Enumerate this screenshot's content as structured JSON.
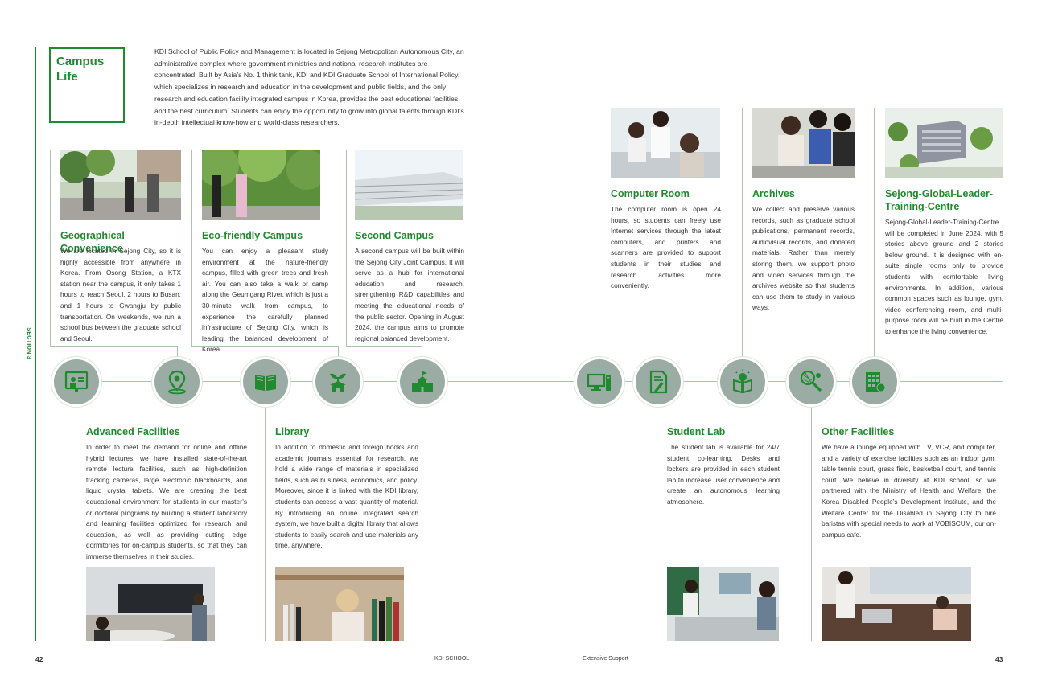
{
  "section_label": "SECTION 3",
  "intro": {
    "title_line1": "Campus",
    "title_line2": "Life",
    "text": "KDI School of Public Policy and Management is located in Sejong Metropolitan Autonomous City, an administrative complex where government ministries and national research institutes are concentrated. Built by Asia’s No. 1 think tank, KDI and KDI Graduate School of International Policy, which specializes in research and education in the development and public fields, and the only research and education facility integrated campus in Korea, provides the best educational facilities and the best curriculum. Students can enjoy the opportunity to grow into global talents through KDI’s in-depth intellectual know-how and world-class researchers."
  },
  "sections": {
    "geo": {
      "title": "Geographical Convenience",
      "text": "We are located in Sejong City, so it is highly accessible from anywhere in Korea. From Osong Station, a KTX station near the campus, it only takes 1 hours to reach Seoul, 2 hours to Busan, and 1 hours to Gwangju by public transportation. On weekends, we run a school bus between the graduate school and Seoul."
    },
    "eco": {
      "title": "Eco-friendly Campus",
      "text": "You can enjoy a pleasant study environment at the nature-friendly campus, filled with green trees and fresh air. You can also take a walk or camp along the Geumgang River, which is just a 30-minute walk from campus, to experience the carefully planned infrastructure of Sejong City, which is leading the balanced development of Korea."
    },
    "second": {
      "title": "Second Campus",
      "text": "A second campus will be built within the Sejong City Joint Campus. It will serve as a hub for international education and research, strengthening R&D capabilities and meeting the educational needs of the public sector. Opening in August 2024, the campus aims to promote regional balanced development."
    },
    "computer": {
      "title": "Computer Room",
      "text": "The computer room is open 24 hours, so students can freely use Internet services through the latest computers, and printers and scanners are provided to support students in their studies and research activities more conveniently."
    },
    "archives": {
      "title": "Archives",
      "text": "We collect and preserve various records, such as graduate school publications, permanent records, audiovisual records, and donated materials. Rather than merely storing them, we support photo and video services through the archives website so that students can use them to study in various ways."
    },
    "sejong": {
      "title_line1": "Sejong-Global-Leader-",
      "title_line2": "Training-Centre",
      "text": "Sejong-Global-Leader-Training-Centre will be completed in June 2024, with 5 stories above ground and 2 stories below ground. It is designed with en-suite single rooms only to provide students with comfortable living environments. In addition, various common spaces such as lounge, gym, video conferencing room, and multi-purpose room will be built in the Centre to enhance the living convenience."
    },
    "advanced": {
      "title": "Advanced Facilities",
      "text": "In order to meet the demand for online and offline hybrid lectures, we have installed state-of-the-art remote lecture facilities, such as high-definition tracking cameras, large electronic blackboards, and liquid crystal tablets. We are creating the best educational environment for students in our master’s or doctoral programs by building a student laboratory and learning facilities optimized for research and education, as well as providing cutting edge dormitories for on-campus students, so that they can immerse themselves in their studies."
    },
    "library": {
      "title": "Library",
      "text": "In addition to domestic and foreign books and academic journals essential for research, we hold a wide range of materials in specialized fields, such as business, economics, and policy. Moreover, since it is linked with the KDI library, students can access a vast quantity of material. By introducing an online integrated search system, we have built a digital library that allows students to easily search and use materials any time, anywhere."
    },
    "studentlab": {
      "title": "Student Lab",
      "text": "The student lab is available for 24/7 student co-learning. Desks and lockers are provided in each student lab to increase user convenience and create an autonomous learning atmosphere."
    },
    "other": {
      "title": "Other Facilities",
      "text": "We have a lounge equipped with TV, VCR, and computer, and a variety of exercise facilities such as an indoor gym, table tennis court, grass field, basketball court, and tennis court. We believe in diversity at KDI school, so we partnered with the Ministry of Health and Welfare, the Korea Disabled People’s Development Institute, and the Welfare Center for the Disabled in Sejong City to hire baristas with special needs to work at VOBISCUM, our on-campus cafe."
    }
  },
  "footer": {
    "left_page": "42",
    "left_label": "KDI SCHOOL",
    "right_label": "Extensive Support",
    "right_page": "43"
  },
  "icons": [
    "lecture-screen-icon",
    "map-pin-icon",
    "open-book-icon",
    "eco-building-icon",
    "school-building-icon",
    "computer-icon",
    "document-icon",
    "lightbulb-book-icon",
    "tennis-racket-icon",
    "dormitory-building-icon"
  ],
  "colors": {
    "accent": "#1f8a2e",
    "line": "#a8c6a8",
    "icon_circle": "#9aaca4"
  }
}
